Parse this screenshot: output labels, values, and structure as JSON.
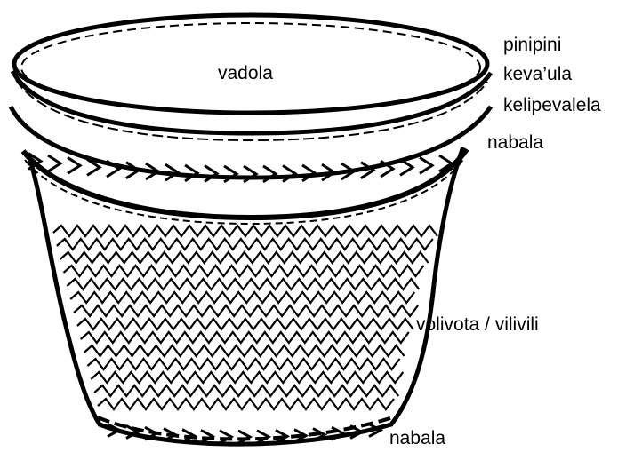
{
  "labels": {
    "vadola": "vadola",
    "pinipini": "pinipini",
    "kevaula": "keva’ula",
    "kelipevalela": "kelipevalela",
    "nabala_top": "nabala",
    "volivota": "volivota / vilivili",
    "nabala_bottom": "nabala"
  },
  "colors": {
    "ink": "#000000",
    "paper": "#ffffff"
  }
}
